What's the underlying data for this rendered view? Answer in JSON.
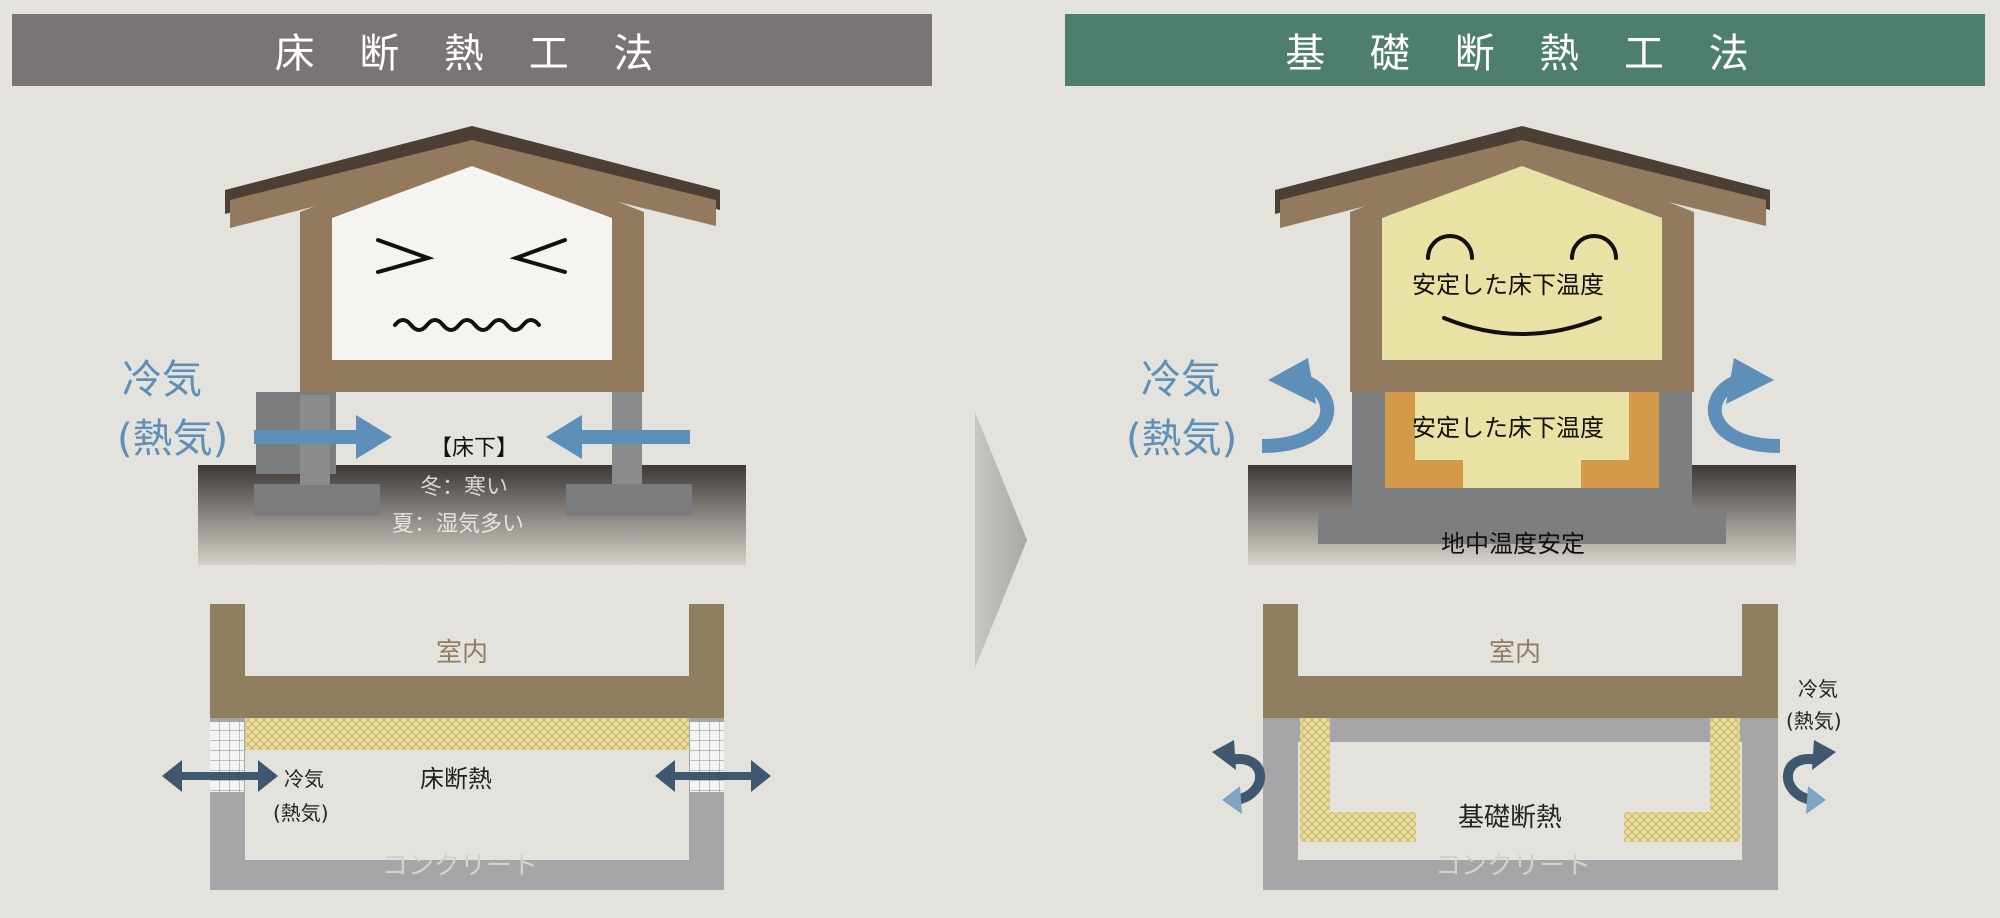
{
  "left": {
    "title": "床 断 熱 工 法",
    "cold_air": "冷気",
    "hot_air": "(熱気)",
    "underfloor": "【床下】",
    "winter": "冬：寒い",
    "summer": "夏：湿気多い",
    "room": "室内",
    "cold_air_small": "冷気",
    "hot_air_small": "(熱気)",
    "floor_insulation": "床断熱",
    "concrete": "コンクリート"
  },
  "right": {
    "title": "基 礎 断 熱 工 法",
    "cold_air": "冷気",
    "hot_air": "(熱気)",
    "stable_temp_upper": "安定した床下温度",
    "stable_temp_lower": "安定した床下温度",
    "ground_temp": "地中温度安定",
    "room": "室内",
    "cold_air_small": "冷気",
    "hot_air_small": "(熱気)",
    "foundation_insulation": "基礎断熱",
    "concrete": "コンクリート"
  },
  "colors": {
    "left_banner": "#7a7574",
    "right_banner": "#4e7f6d",
    "frame": "#937a5e",
    "roof": "#4b3f36",
    "ground": "#3f3a38",
    "foundation": "#7d7e80",
    "arrow_blue": "#5d8fb8",
    "insulation_yellow": "#e6dc9a",
    "stable_yellow": "#e9e2a5",
    "orange_insulation": "#d49a4a"
  }
}
